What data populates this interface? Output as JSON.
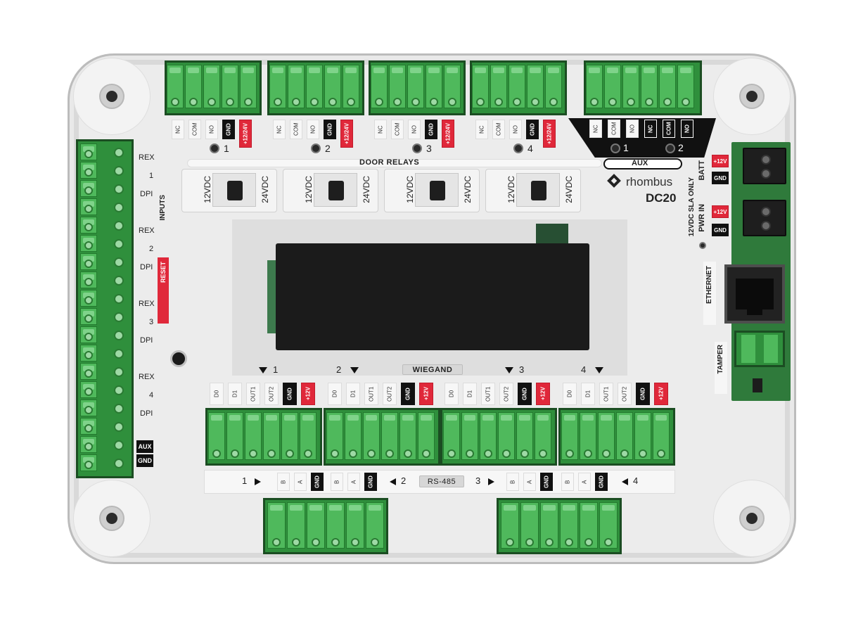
{
  "device": {
    "brand": "rhombus",
    "model": "DC20",
    "colors": {
      "terminal_green": "#2f8f3c",
      "gnd_black": "#111111",
      "power_red": "#e0283a",
      "housing": "#ececec"
    }
  },
  "relays": {
    "section_title": "DOOR RELAYS",
    "terminals": [
      "NC",
      "COM",
      "NO",
      "GND",
      "+12/24V"
    ],
    "numbers": [
      "1",
      "2",
      "3",
      "4"
    ]
  },
  "aux": {
    "title": "AUX",
    "terminals": [
      "NC",
      "COM",
      "NO",
      "NC",
      "COM",
      "NO"
    ],
    "numbers": [
      "1",
      "2"
    ]
  },
  "voltage_switch": {
    "low": "12VDC",
    "high": "24VDC"
  },
  "inputs": {
    "title": "INPUTS",
    "rows": [
      {
        "rex": "REX",
        "num": "1",
        "dpi": "DPI"
      },
      {
        "rex": "REX",
        "num": "2",
        "dpi": "DPI"
      },
      {
        "rex": "REX",
        "num": "3",
        "dpi": "DPI"
      },
      {
        "rex": "REX",
        "num": "4",
        "dpi": "DPI"
      }
    ],
    "aux": "AUX",
    "gnd": "GND",
    "reset": "RESET"
  },
  "wiegand": {
    "title": "WIEGAND",
    "numbers": [
      "1",
      "2",
      "3",
      "4"
    ],
    "terminals": [
      "D0",
      "D1",
      "OUT1",
      "OUT2",
      "GND",
      "+12V"
    ]
  },
  "rs485": {
    "title": "RS-485",
    "numbers": [
      "1",
      "2",
      "3",
      "4"
    ],
    "terminals": [
      "B",
      "A",
      "GND"
    ]
  },
  "power": {
    "batt_label": "BATT",
    "pwr_label": "PWR IN",
    "note": "12VDC SLA ONLY",
    "plus": "+12V",
    "gnd": "GND"
  },
  "ethernet_label": "ETHERNET",
  "tamper_label": "TAMPER"
}
